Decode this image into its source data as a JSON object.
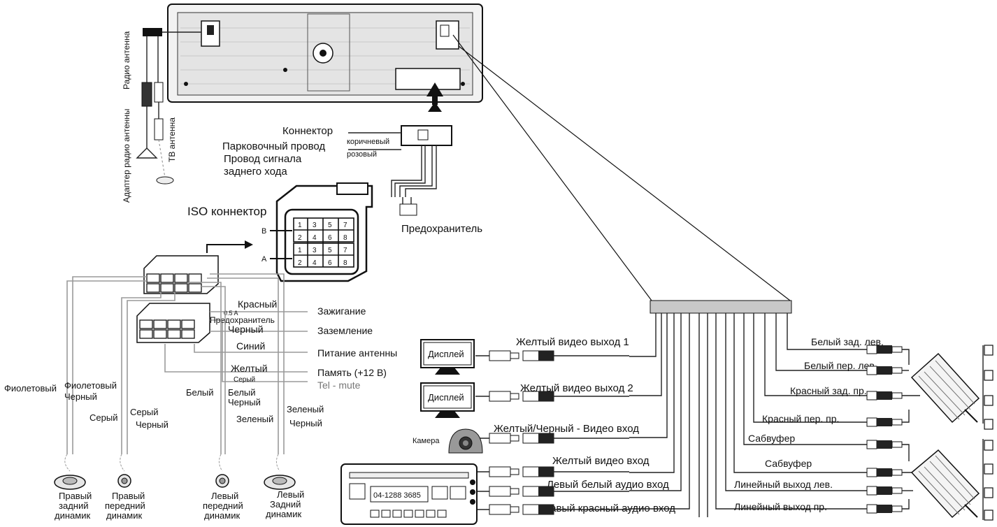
{
  "labels": {
    "radio_antenna": "Радио антенна",
    "radio_antenna_adapter": "Адаптер радио антенны",
    "tv_antenna": "ТВ антенна",
    "connector": "Коннектор",
    "parking_wire": "Парковочный провод",
    "reverse_wire_1": "Провод сигнала",
    "reverse_wire_2": "заднего хода",
    "brown": "коричневый",
    "pink": "розовый",
    "iso_connector": "ISO коннектор",
    "fuse": "Предохранитель",
    "iso_row_b": "B",
    "iso_row_a": "A",
    "iso_pins": [
      "1",
      "3",
      "5",
      "7",
      "2",
      "4",
      "6",
      "8"
    ]
  },
  "iso_wires": [
    {
      "color_name": "Красный",
      "function": "Зажигание"
    },
    {
      "color_name": "Черный",
      "function": "Заземление"
    },
    {
      "color_name": "Синий",
      "function": "Питание антенны"
    },
    {
      "color_name": "Желтый",
      "function": "Память (+12 В)"
    },
    {
      "color_name": "Серый",
      "function": "Tel - mute"
    }
  ],
  "iso_fuse": {
    "rating": "0.5 A",
    "label": "Предохранитель"
  },
  "speaker_wires": {
    "violet": "Фиолетовый",
    "violet_black_1": "Фиолетовый",
    "violet_black_2": "Черный",
    "grey": "Серый",
    "grey_black_1": "Серый",
    "grey_black_2": "Черный",
    "white": "Белый",
    "white_black_1": "Белый",
    "white_black_2": "Черный",
    "green": "Зеленый",
    "green_black_1": "Зеленый",
    "green_black_2": "Черный"
  },
  "speakers": [
    {
      "line1": "Правый",
      "line2": "задний",
      "line3": "динамик"
    },
    {
      "line1": "Правый",
      "line2": "передний",
      "line3": "динамик"
    },
    {
      "line1": "Левый",
      "line2": "передний",
      "line3": "динамик"
    },
    {
      "line1": "Левый",
      "line2": "Задний",
      "line3": "динамик"
    }
  ],
  "av_inputs_outputs": [
    "Желтый видео выход 1",
    "Желтый видео выход 2",
    "Желтый/Черный - Видео вход",
    "Желтый видео вход",
    "Левый белый аудио вход",
    "Правый красный аудио вход"
  ],
  "devices": {
    "display_1": "Дисплей",
    "display_2": "Дисплей",
    "camera": "Камера",
    "unit_display": "04-1288 3685"
  },
  "amp_outputs": [
    "Белый зад. лев.",
    "Белый пер. лев.",
    "Красный зад. пр.",
    "Красный пер. пр.",
    "Сабвуфер",
    "Сабвуфер",
    "Линейный выход лев.",
    "Линейный выход пр."
  ]
}
